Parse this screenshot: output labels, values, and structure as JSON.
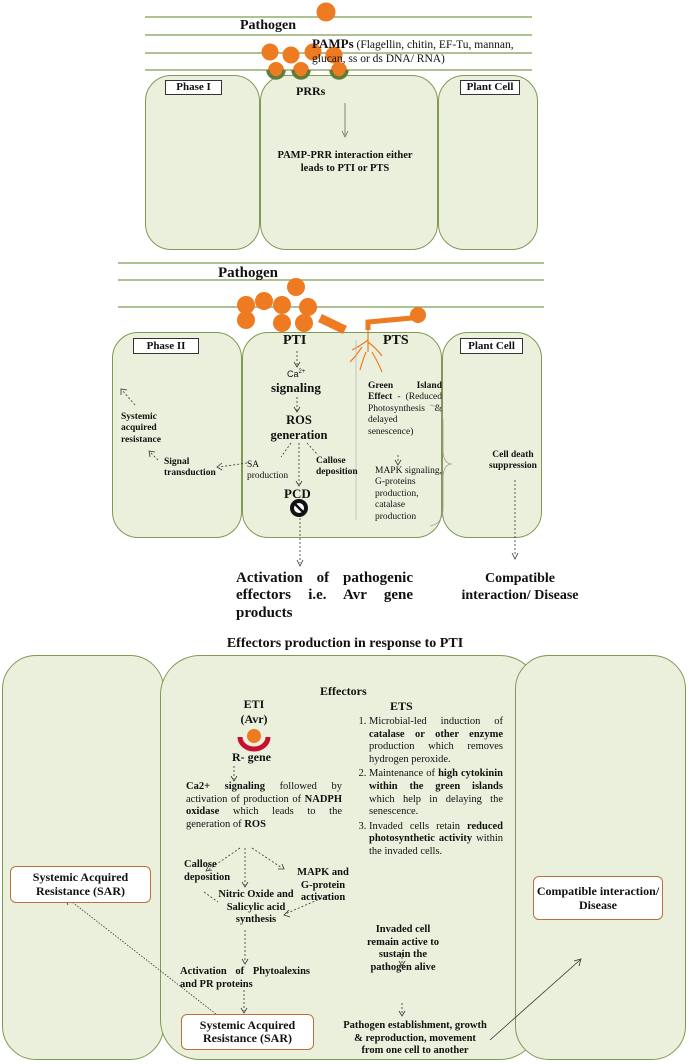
{
  "phase1": {
    "pathogen": "Pathogen",
    "pamps_title": "PAMPs",
    "pamps_detail": "(Flagellin, chitin, EF-Tu, mannan, glucan, ss or ds DNA/ RNA)",
    "pamps_close": ")",
    "phase_label": "Phase I",
    "plant_cell": "Plant Cell",
    "prrs": "PRRs",
    "interaction": "PAMP-PRR interaction either leads to PTI or PTS"
  },
  "phase2": {
    "pathogen": "Pathogen",
    "phase_label": "Phase II",
    "plant_cell": "Plant Cell",
    "pti": "PTI",
    "pts": "PTS",
    "ca": "Ca",
    "ca_sup": "2+",
    "signaling": "signaling",
    "ros": "ROS generation",
    "sa_production": "SA production",
    "callose_deposition": "Callose deposition",
    "pcd": "PCD",
    "signal_transduction": "Signal transduction",
    "sar": "Systemic acquired resistance",
    "green_island_bold": "Green Island Effect",
    "green_island_rest": "- (Reduced Photosynthesis & delayed senescence)",
    "mapk": "MAPK signaling, G-proteins production, catalase production",
    "cell_death": "Cell death suppression",
    "activation": "Activation of pathogenic effectors i.e. Avr gene products",
    "compatible": "Compatible interaction/ Disease"
  },
  "phase3": {
    "title": "Effectors production in response to PTI",
    "effectors": "Effectors",
    "eti": "ETI",
    "avr": "(Avr)",
    "r_gene": "R- gene",
    "ets": "ETS",
    "ca_bold": "Ca2+ signaling",
    "ca_mid": "followed by activation of production of",
    "nadph": "NADPH oxidase",
    "ca_mid2": "which leads to the generation of",
    "ros": "ROS",
    "callose": "Callose deposition",
    "nitric": "Nitric Oxide and Salicylic acid synthesis",
    "mapk": "MAPK and G-protein activation",
    "phytoalexins": "Activation of Phytoalexins and PR proteins",
    "sar_box": "Systemic Acquired Resistance (SAR)",
    "sar_left": "Systemic Acquired Resistance (SAR)",
    "compatible": "Compatible interaction/ Disease",
    "ets1a": "Microbial-led induction of",
    "ets1b": "catalase or other enzyme",
    "ets1c": "production which removes hydrogen peroxide.",
    "ets2a": "Maintenance of",
    "ets2b": "high cytokinin within the green islands",
    "ets2c": "which help in delaying the senescence.",
    "ets3a": "Invaded cells retain",
    "ets3b": "reduced photosynthetic activity",
    "ets3c": "within the invaded cells.",
    "invaded": "Invaded cell remain active to sustain the pathogen alive",
    "establish": "Pathogen establishment, growth & reproduction, movement from one cell to another"
  },
  "colors": {
    "cell_fill": "#ebf0dd",
    "cell_border": "#7f9a52",
    "pathogen": "#ee7b22",
    "receptor": "#5e7d3a",
    "r_gene": "#c8102e"
  }
}
